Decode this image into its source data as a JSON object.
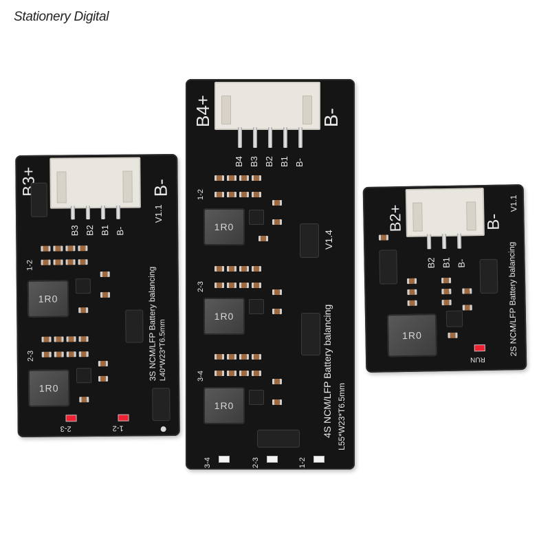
{
  "watermark": "Stationery Digital",
  "board_3s": {
    "pos_label": "B3+",
    "neg_label": "B-",
    "pins": [
      "B3",
      "B2",
      "B1",
      "B-"
    ],
    "version": "V1.1",
    "title": "3S NCM/LFP Battery balancing",
    "dims": "L40*W23*T6.5mm",
    "inductor": "1R0",
    "group_labels": [
      "1-2",
      "2-3"
    ],
    "led_labels": [
      "2-3",
      "1-2"
    ]
  },
  "board_4s": {
    "pos_label": "B4+",
    "neg_label": "B-",
    "pins": [
      "B4",
      "B3",
      "B2",
      "B1",
      "B-"
    ],
    "version": "V1.4",
    "title": "4S NCM/LFP Battery balancing",
    "dims": "L55*W23*T6.5mm",
    "inductor": "1R0",
    "group_labels": [
      "1-2",
      "2-3",
      "3-4"
    ],
    "led_labels": [
      "3-4",
      "2-3",
      "1-2"
    ]
  },
  "board_2s": {
    "pos_label": "B2+",
    "neg_label": "B-",
    "pins": [
      "B2",
      "B1",
      "B-"
    ],
    "version": "V1.1",
    "title": "2S NCM/LFP Battery balancing",
    "inductor": "1R0",
    "led_label": "RUN"
  },
  "colors": {
    "pcb": "#151515",
    "silkscreen": "#e8e8e8",
    "connector": "#e9e6df",
    "led_red": "#e22233"
  }
}
